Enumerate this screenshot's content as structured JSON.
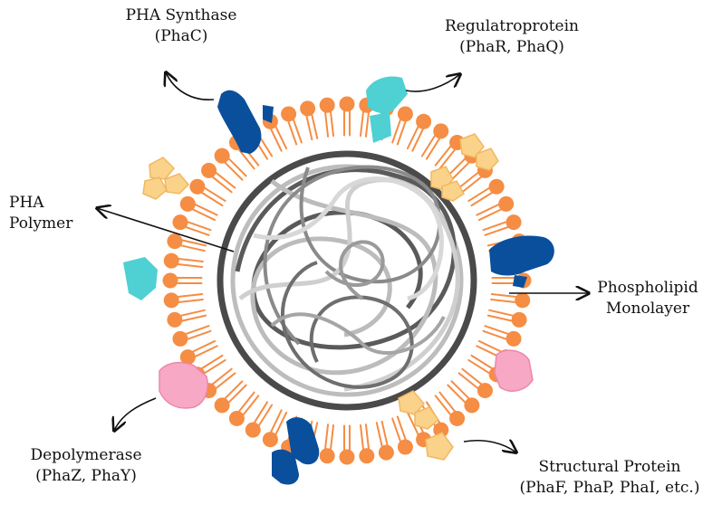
{
  "labels": {
    "pha_synthase": {
      "name": "PHA Synthase",
      "code": "(PhaC)"
    },
    "regulatoprotein": {
      "name": "Regulatroprotein",
      "code": "(PhaR, PhaQ)"
    },
    "pha_polymer": {
      "line1": "PHA",
      "line2": "Polymer"
    },
    "phospholipid": {
      "line1": "Phospholipid",
      "line2": "Monolayer"
    },
    "depolymerase": {
      "name": "Depolymerase",
      "code": "(PhaZ, PhaY)"
    },
    "structural": {
      "name": "Structural Protein",
      "code": "(PhaF, PhaP, PhaI, etc.)"
    }
  },
  "colors": {
    "lipid_head": "#f58d44",
    "lipid_tail": "#f58d44",
    "polymer_dark": "#4a4a4a",
    "polymer_light": "#b5b5b5",
    "synthase": "#0a4f9c",
    "regulator": "#4fd0d2",
    "depolymerase": "#f7a8c4",
    "structural": "#fbd28a"
  }
}
